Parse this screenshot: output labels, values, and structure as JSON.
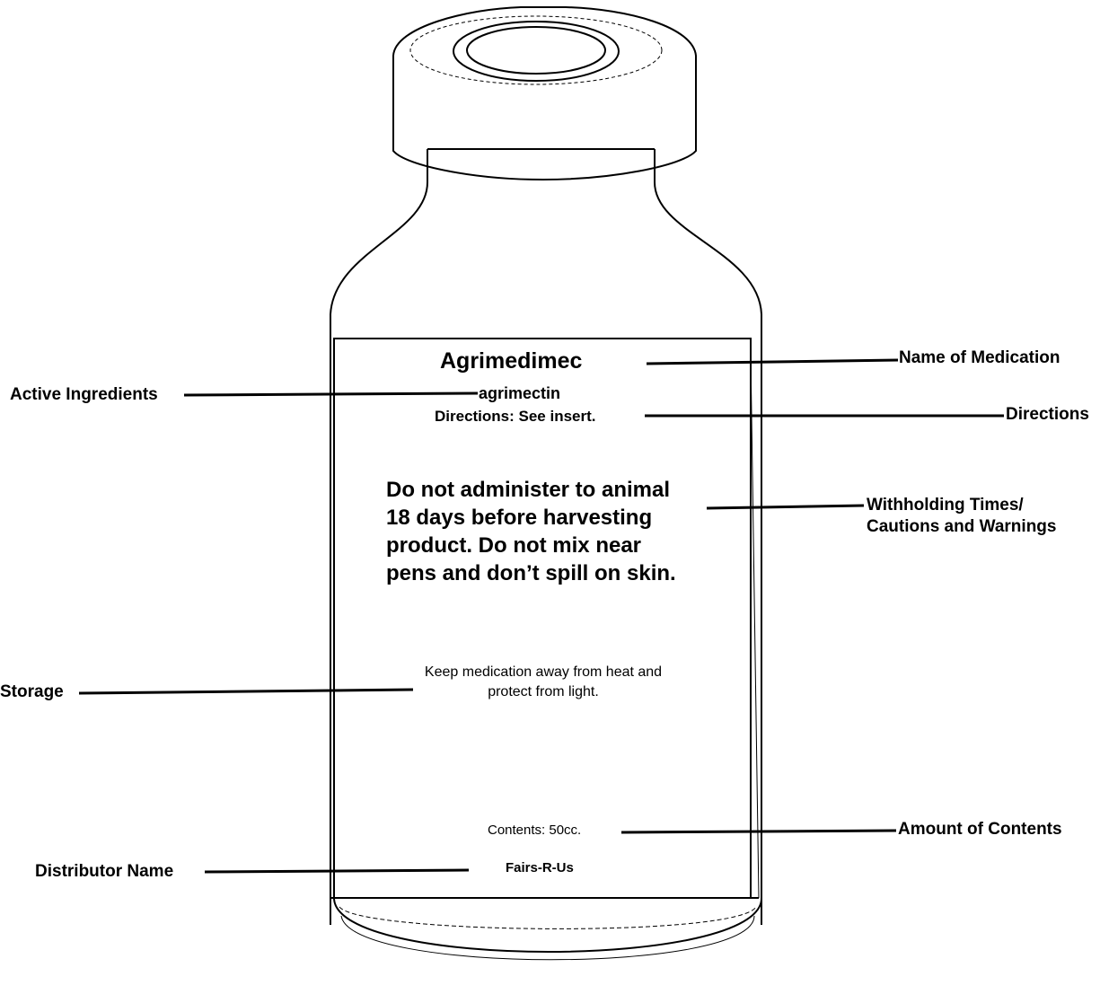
{
  "label": {
    "medication_name": "Agrimedimec",
    "active_ingredient": "agrimectin",
    "directions": "Directions: See insert.",
    "warning_lines": [
      "Do not administer to animal",
      "18 days before harvesting",
      "product.  Do not mix near",
      "pens and don’t spill on skin."
    ],
    "storage_lines": [
      "Keep medication away from heat and",
      "protect from light."
    ],
    "contents": "Contents:  50cc.",
    "distributor": "Fairs-R-Us"
  },
  "callouts": {
    "name_of_medication": "Name of Medication",
    "active_ingredients": "Active Ingredients",
    "directions": "Directions",
    "withholding_line1": "Withholding Times/",
    "withholding_line2": "Cautions and Warnings",
    "storage": "Storage",
    "amount_of_contents": "Amount of Contents",
    "distributor_name": "Distributor Name"
  },
  "colors": {
    "ink": "#000000",
    "background": "#ffffff"
  }
}
